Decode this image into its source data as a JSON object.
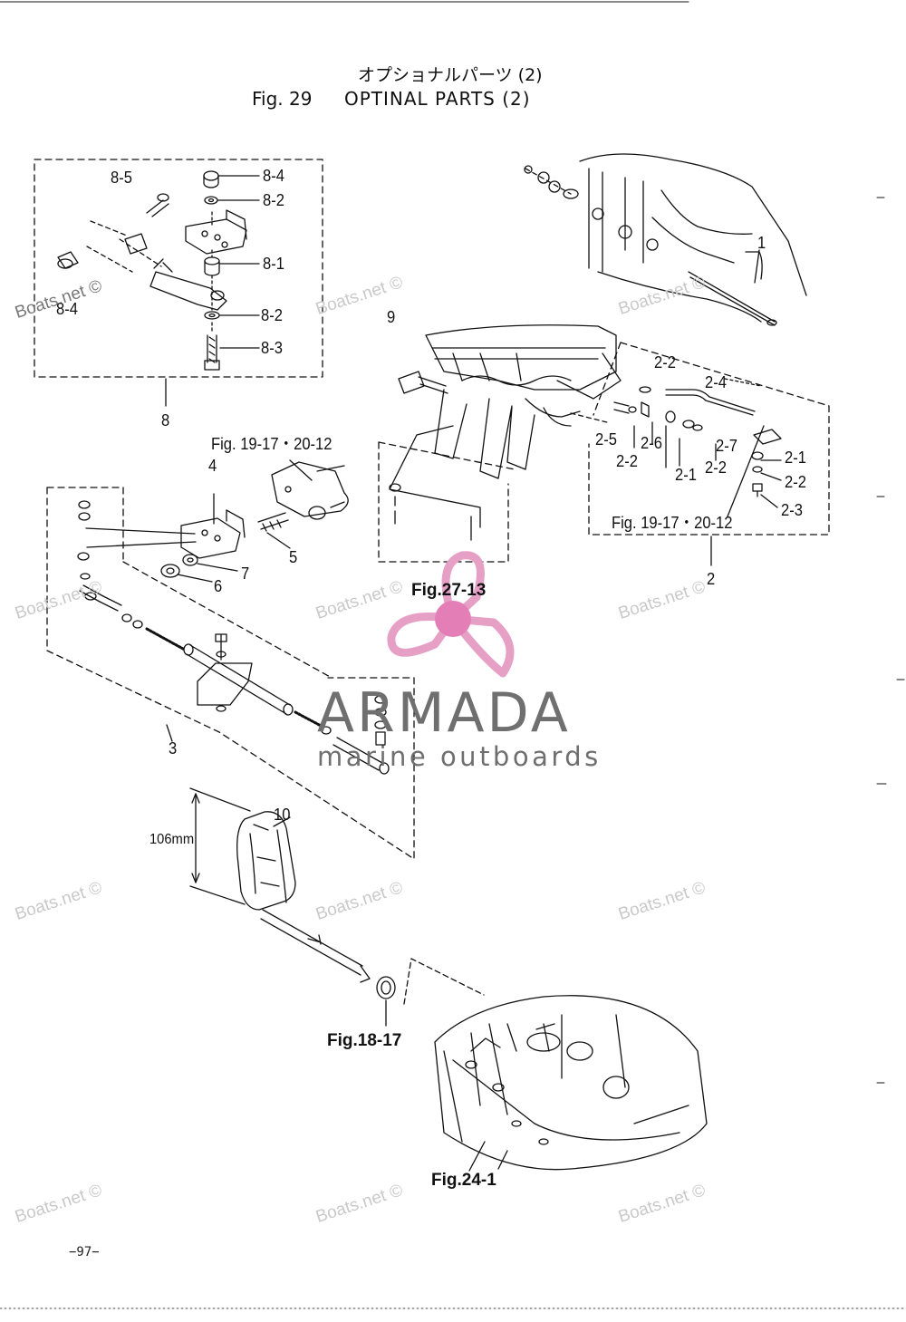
{
  "header": {
    "title_jp": "オプショナルパーツ (2)",
    "fig_number": "Fig. 29",
    "title_en": "OPTINAL PARTS (2)"
  },
  "callouts": {
    "p8_5": "8-5",
    "p8_4a": "8-4",
    "p8_2a": "8-2",
    "p8_1": "8-1",
    "p8_4b": "8-4",
    "p8_2b": "8-2",
    "p8_3": "8-3",
    "p8": "8",
    "p9": "9",
    "p1": "1",
    "p2_2a": "2-2",
    "p2_4": "2-4",
    "p2_5": "2-5",
    "p2_6": "2-6",
    "p2_2b": "2-2",
    "p2_7": "2-7",
    "p2_1a": "2-1",
    "p2_2c": "2-2",
    "p2_1b": "2-1",
    "p2_2d": "2-2",
    "p2_3": "2-3",
    "p2": "2",
    "p4": "4",
    "p5": "5",
    "p7": "7",
    "p6": "6",
    "p3": "3",
    "p10": "10",
    "dim_106": "106mm"
  },
  "references": {
    "fig19_top": "Fig. 19-17・20-12",
    "fig19_right": "Fig. 19-17・20-12",
    "fig27": "Fig.27-13",
    "fig18": "Fig.18-17",
    "fig24": "Fig.24-1"
  },
  "watermark": {
    "text": "Boats.net ©",
    "color": "#c9c9c9"
  },
  "brand": {
    "name": "ARMADA",
    "tagline": "marine outboards",
    "logo_color": "#e6a0c6",
    "logo_hub_color": "#e37fb6",
    "text_color": "#6f6f6f"
  },
  "page_number": "−97−"
}
